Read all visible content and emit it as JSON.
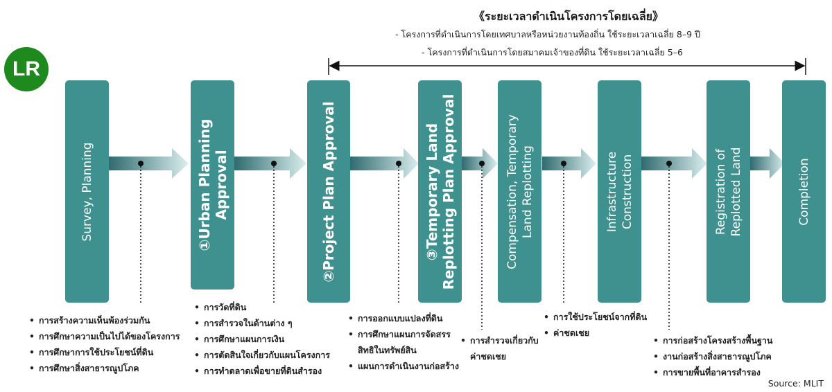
{
  "logo": "LR",
  "period": {
    "title": "《ระยะเวลาดำเนินโครงการโดยเฉลี่ย》",
    "line1": "- โครงการที่ดำเนินการโดยเทศบาลหรือหน่วยงานท้องถิ่น  ใช้ระยะเวลาเฉลี่ย 8–9 ปี",
    "line2": "- โครงการที่ดำเนินการโดยสมาคมเจ้าของที่ดิน  ใช้ระยะเวลาเฉลี่ย 5–6"
  },
  "steps": [
    {
      "lines": [
        "Survey, Planning"
      ]
    },
    {
      "lines": [
        "①Urban Planning",
        "Approval"
      ]
    },
    {
      "lines": [
        "②Project Plan Approval"
      ]
    },
    {
      "lines": [
        "③Temporary Land",
        "Replotting Plan Approval"
      ]
    },
    {
      "lines": [
        "Compensation, Temporary",
        "Land Replotting"
      ]
    },
    {
      "lines": [
        "Infrastructure",
        "Construction"
      ]
    },
    {
      "lines": [
        "Registration of",
        "Replotted Land"
      ]
    },
    {
      "lines": [
        "Completion"
      ]
    }
  ],
  "notes": [
    [
      "การสร้างความเห็นพ้องร่วมกัน",
      "การศึกษาความเป็นไปได้ของโครงการ",
      "การศึกษาการใช้ประโยชน์ที่ดิน",
      "การศึกษาสิ่งสาธารณูปโภค"
    ],
    [
      "การวัดที่ดิน",
      "การสำรวจในด้านต่าง ๆ",
      "การศึกษาแผนการเงิน",
      "การตัดสินใจเกี่ยวกับแผนโครงการ",
      "การทำตลาดเพื่อขายที่ดินสำรอง"
    ],
    [
      "การออกแบบแปลงที่ดิน",
      "การศึกษาแผนการจัดสรรสิทธิในทรัพย์สิน",
      "แผนการดำเนินงานก่อสร้าง"
    ],
    [
      "การสำรวจเกี่ยวกับค่าชดเชย"
    ],
    [
      "การใช้ประโยชน์จากที่ดิน",
      "ค่าชดเชย"
    ],
    [
      "การก่อสร้างโครงสร้างพื้นฐาน",
      "งานก่อสร้างสิ่งสาธารณูปโภค",
      "การขายพื้นที่อาคารสำรอง"
    ]
  ],
  "source": "Source: MLIT",
  "colors": {
    "box": "#3f918f",
    "logo": "#1e8a1e",
    "arrow_dark": "#2f6b6f",
    "arrow_light": "#dbeeee"
  }
}
